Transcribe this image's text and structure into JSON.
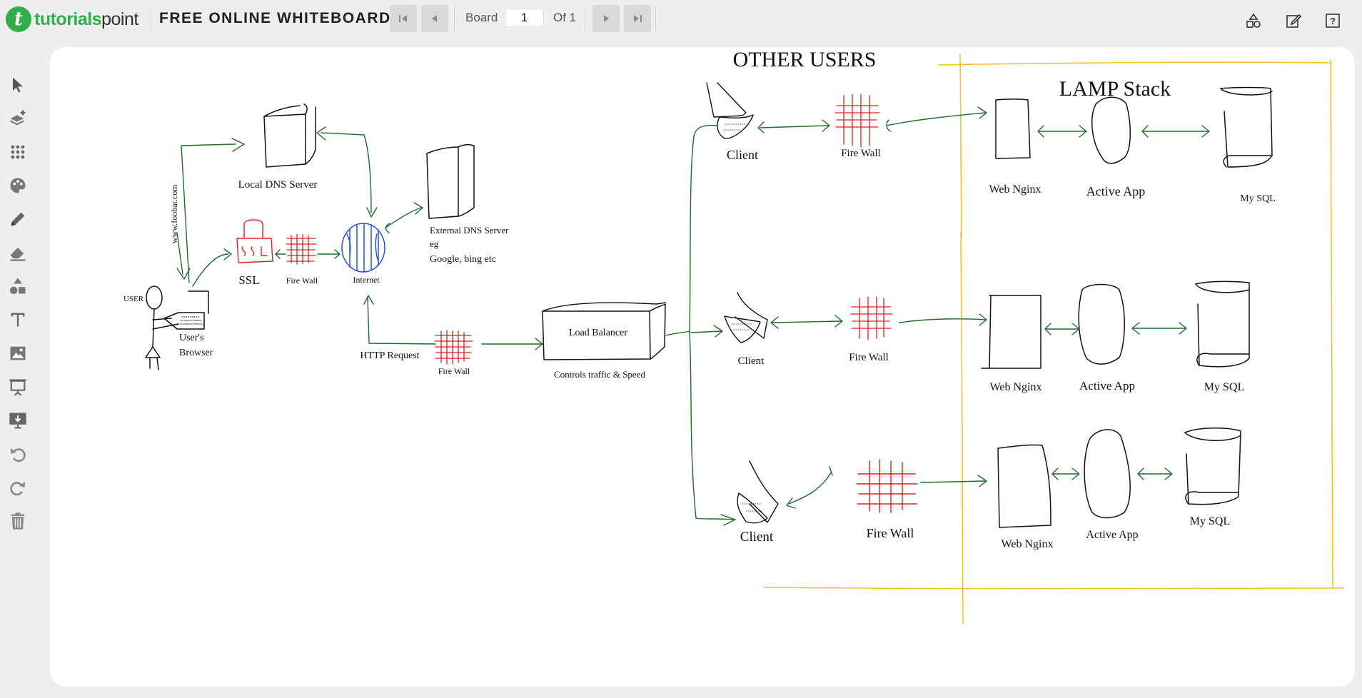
{
  "header": {
    "logo_part1": "tutorials",
    "logo_part2": "point",
    "logo_mark": "t",
    "app_title": "FREE ONLINE WHITEBOARD",
    "board_label": "Board",
    "board_value": "1",
    "of_label": "Of 1",
    "nav_icons": [
      "first-page-icon",
      "prev-page-icon",
      "next-page-icon",
      "last-page-icon"
    ],
    "right_icons": [
      "shapes-icon",
      "edit-note-icon",
      "help-icon"
    ]
  },
  "sidebar": {
    "tools": [
      "pointer-icon",
      "add-layer-icon",
      "dot-grid-icon",
      "palette-icon",
      "pencil-icon",
      "eraser-icon",
      "shapes-icon",
      "text-icon",
      "image-icon",
      "presentation-icon",
      "download-screen-icon",
      "undo-icon",
      "redo-icon",
      "trash-icon"
    ]
  },
  "colors": {
    "brand_green": "#2fae49",
    "arrow_green": "#1e6b2a",
    "firewall_red": "#e02020",
    "internet_blue": "#2b4fd6",
    "lamp_yellow": "#f2c12e",
    "ink": "#111111"
  },
  "whiteboard": {
    "labels": {
      "other_users": "OTHER USERS",
      "lamp_stack": "LAMP Stack",
      "local_dns": "Local DNS Server",
      "external_dns_1": "External DNS Server",
      "external_dns_2": "eg",
      "external_dns_3": "Google, bing etc",
      "foobar": "www.foobar.com",
      "ssl": "SSL",
      "firewall_small": "Fire Wall",
      "internet": "Internet",
      "user": "USER",
      "users_browser_1": "User's",
      "users_browser_2": "Browser",
      "http_request": "HTTP Request",
      "firewall_http": "Fire Wall",
      "load_balancer": "Load Balancer",
      "controls": "Controls traffic & Speed",
      "client_1": "Client",
      "client_2": "Client",
      "client_3": "Client",
      "fw_1": "Fire Wall",
      "fw_2": "Fire Wall",
      "fw_3": "Fire Wall",
      "nginx_1": "Web Nginx",
      "nginx_2": "Web Nginx",
      "nginx_3": "Web Nginx",
      "app_1": "Active App",
      "app_2": "Active App",
      "app_3": "Active App",
      "sql_1": "My SQL",
      "sql_2": "My SQL",
      "sql_3": "My SQL"
    }
  }
}
